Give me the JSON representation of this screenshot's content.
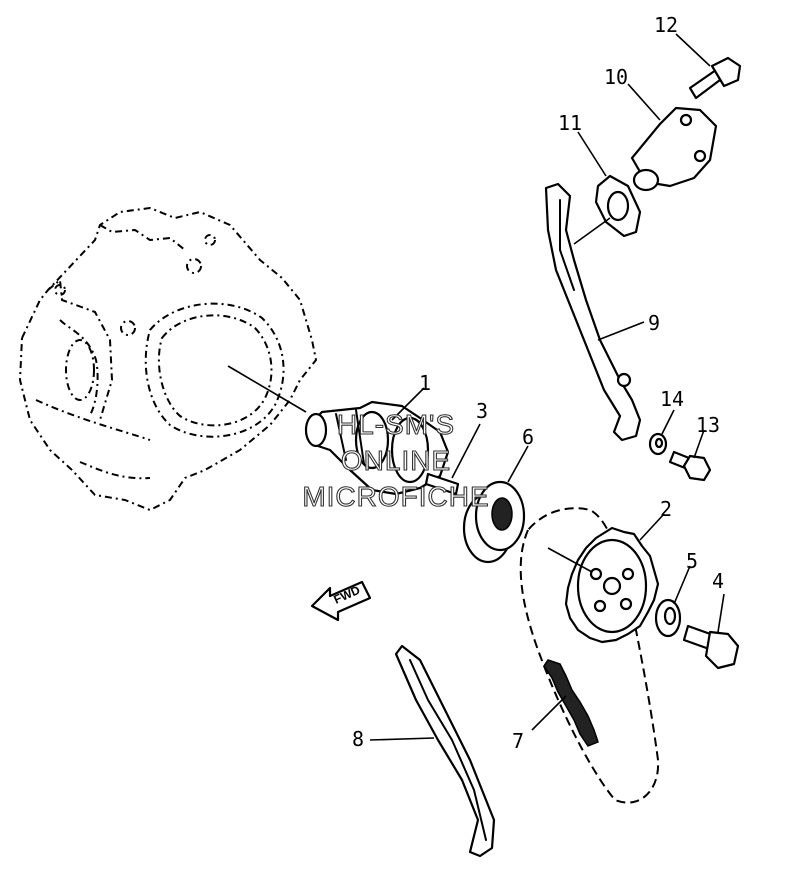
{
  "callouts": {
    "c1": "1",
    "c2": "2",
    "c3": "3",
    "c4": "4",
    "c5": "5",
    "c6": "6",
    "c7": "7",
    "c8": "8",
    "c9": "9",
    "c10": "10",
    "c11": "11",
    "c12": "12",
    "c13": "13",
    "c14": "14"
  },
  "watermark": {
    "line1": "HL-SM'S",
    "line2": "ONLINE",
    "line3": "MICROFICHE"
  },
  "direction_arrow": {
    "label": "FWD"
  }
}
